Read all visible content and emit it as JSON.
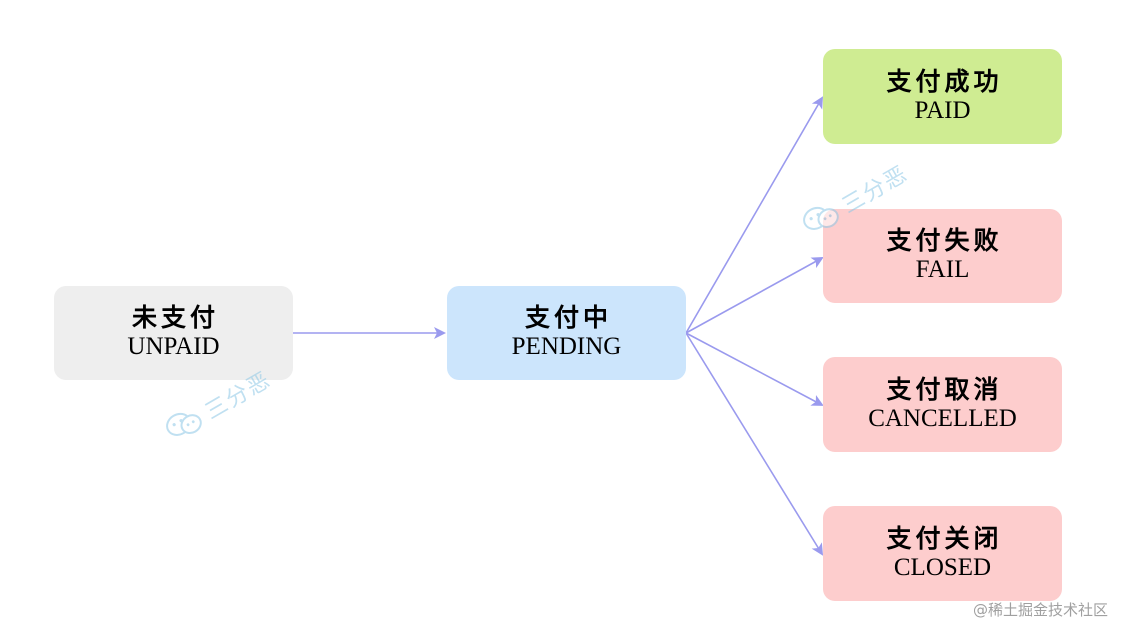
{
  "nodes": {
    "unpaid": {
      "cn": "未支付",
      "en": "UNPAID",
      "color": "#eeeeee"
    },
    "pending": {
      "cn": "支付中",
      "en": "PENDING",
      "color": "#cce5fc"
    },
    "paid": {
      "cn": "支付成功",
      "en": "PAID",
      "color": "#cfec92"
    },
    "fail": {
      "cn": "支付失败",
      "en": "FAIL",
      "color": "#fdcdcd"
    },
    "cancelled": {
      "cn": "支付取消",
      "en": "CANCELLED",
      "color": "#fdcdcd"
    },
    "closed": {
      "cn": "支付关闭",
      "en": "CLOSED",
      "color": "#fdcdcd"
    }
  },
  "edges": [
    {
      "from": "unpaid",
      "to": "pending"
    },
    {
      "from": "pending",
      "to": "paid"
    },
    {
      "from": "pending",
      "to": "fail"
    },
    {
      "from": "pending",
      "to": "cancelled"
    },
    {
      "from": "pending",
      "to": "closed"
    }
  ],
  "edge_color": "#9a9aee",
  "watermark": {
    "text": "三分恶",
    "icon": "wechat-icon"
  },
  "footer": {
    "credit": "@稀土掘金技术社区"
  }
}
